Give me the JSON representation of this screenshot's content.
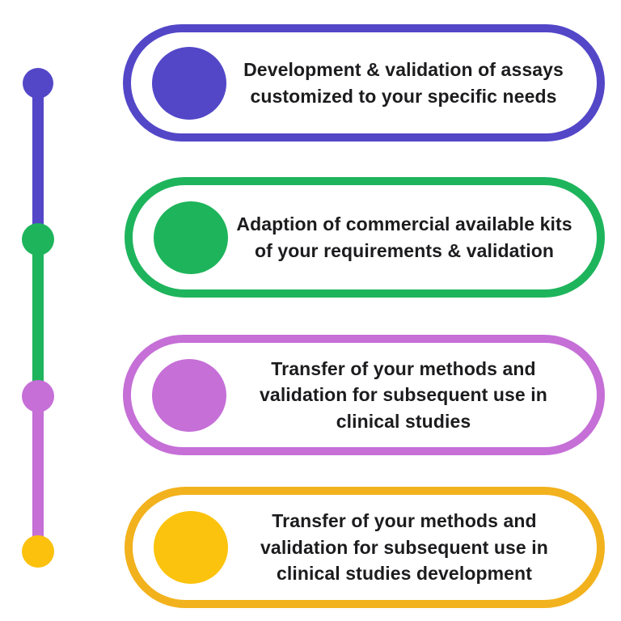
{
  "colors": {
    "background": "#ffffff",
    "text": "#1c1c1e"
  },
  "steps": [
    {
      "id": 1,
      "label": "Development & validation of assays customized to your specific needs",
      "color": "#5347c8",
      "circle_color": "#5347c8"
    },
    {
      "id": 2,
      "label": "Adaption of commercial available kits of your requirements & validation",
      "color": "#1eb45c",
      "circle_color": "#1eb45c"
    },
    {
      "id": 3,
      "label": "Transfer of your methods and validation for subsequent use in clinical studies",
      "color": "#c56fd7",
      "circle_color": "#c56fd7"
    },
    {
      "id": 4,
      "label": "Transfer of your methods and validation for subsequent use in clinical studies development",
      "color": "#f2b21d",
      "circle_color": "#fbc30d"
    }
  ],
  "timeline": {
    "dot_colors": [
      "#5347c8",
      "#1eb45c",
      "#c56fd7",
      "#fbc10d"
    ],
    "segment_colors": [
      "#5347c8",
      "#1eb45c",
      "#c56fd7"
    ]
  }
}
